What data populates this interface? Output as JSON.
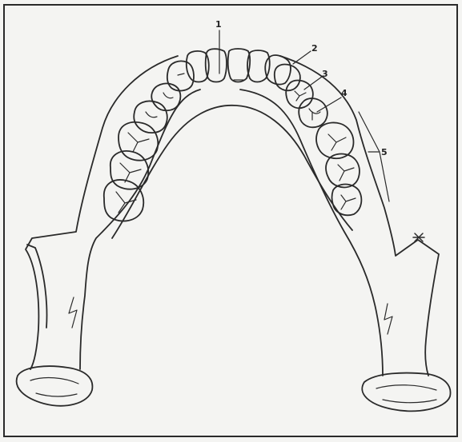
{
  "diagram": {
    "labels": {
      "incisors": "1",
      "canine": "2",
      "first_premolar": "3",
      "second_premolar": "4",
      "molars": "5"
    },
    "ink_color": "#2a2a2a",
    "paper_color": "#f4f4f2"
  }
}
